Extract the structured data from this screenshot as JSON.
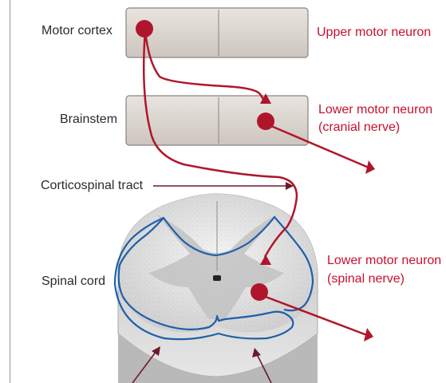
{
  "labels": {
    "motor_cortex": "Motor cortex",
    "brainstem": "Brainstem",
    "corticospinal_tract": "Corticospinal tract",
    "spinal_cord": "Spinal cord"
  },
  "neuron_labels": {
    "upper_motor_neuron": "Upper motor neuron",
    "lower_motor_neuron_cranial_line1": "Lower motor neuron",
    "lower_motor_neuron_cranial_line2": "(cranial nerve)",
    "lower_motor_neuron_spinal_line1": "Lower motor neuron",
    "lower_motor_neuron_spinal_line2": "(spinal nerve)"
  },
  "colors": {
    "neuron": "#b0162b",
    "pathway_red": "#c8102e",
    "tract_outline": "#1f5fa8",
    "label_text": "#2b2b2b",
    "arrow_dark": "#6b1a2a"
  }
}
